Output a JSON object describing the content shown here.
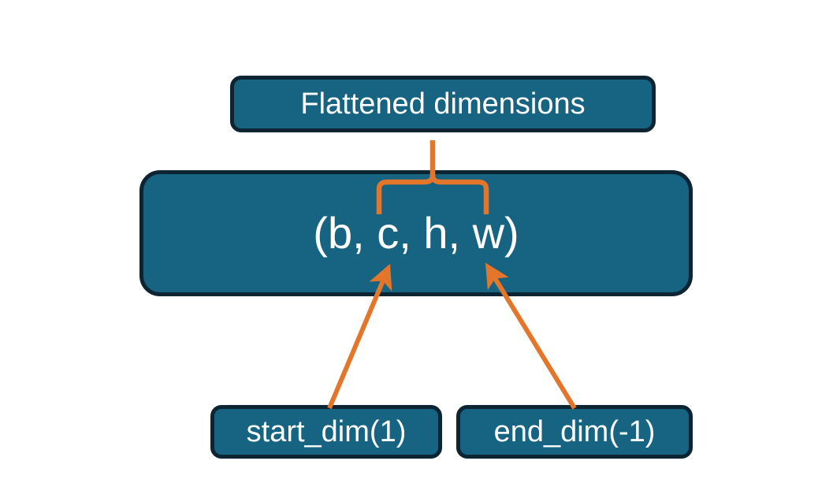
{
  "diagram": {
    "title_node": {
      "label": "Flattened dimensions"
    },
    "shape_node": {
      "label": "(b, c, h, w)"
    },
    "start_node": {
      "label": "start_dim(1)"
    },
    "end_node": {
      "label": "end_dim(-1)"
    },
    "colors": {
      "node_fill": "#176382",
      "node_border": "#0d2433",
      "node_text": "#ffffff",
      "connector": "#e3762b",
      "background": "#ffffff"
    },
    "connectors": {
      "brace_name": "curly-brace-over-c-h-w",
      "start_arrow_name": "arrow-start-dim-to-c",
      "end_arrow_name": "arrow-end-dim-to-w"
    }
  }
}
